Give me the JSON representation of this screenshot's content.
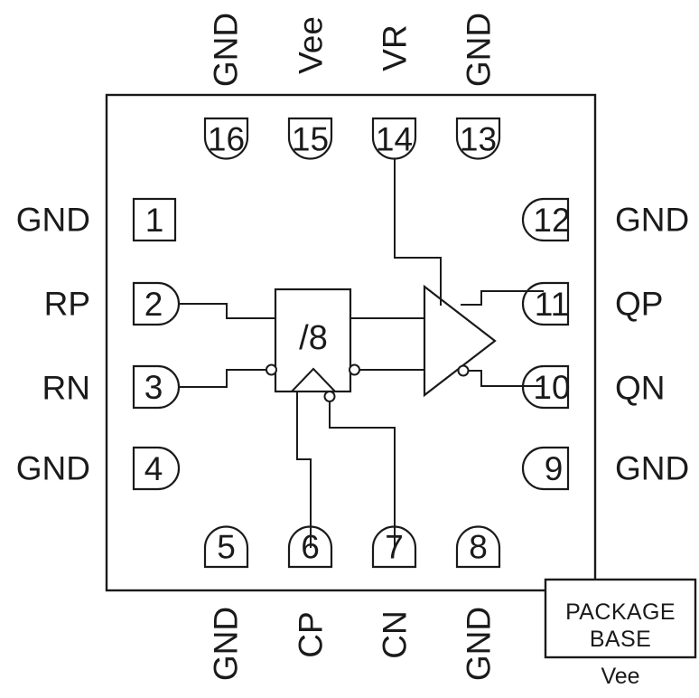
{
  "diagram": {
    "title": "Pin configuration diagram",
    "colors": {
      "stroke": "#1a1a1a",
      "fill": "#ffffff"
    },
    "core_block": {
      "label": "/8",
      "name": "divide-by-8-block"
    },
    "buffer_block": {
      "name": "output-buffer-amplifier"
    },
    "package_base": {
      "line1": "PACKAGE",
      "line2": "BASE",
      "net": "Vee"
    },
    "pins": {
      "top": [
        {
          "number": "16",
          "signal": "GND"
        },
        {
          "number": "15",
          "signal": "Vee"
        },
        {
          "number": "14",
          "signal": "VR"
        },
        {
          "number": "13",
          "signal": "GND"
        }
      ],
      "left": [
        {
          "number": "1",
          "signal": "GND"
        },
        {
          "number": "2",
          "signal": "RP"
        },
        {
          "number": "3",
          "signal": "RN"
        },
        {
          "number": "4",
          "signal": "GND"
        }
      ],
      "bottom": [
        {
          "number": "5",
          "signal": "GND"
        },
        {
          "number": "6",
          "signal": "CP"
        },
        {
          "number": "7",
          "signal": "CN"
        },
        {
          "number": "8",
          "signal": "GND"
        }
      ],
      "right": [
        {
          "number": "12",
          "signal": "GND"
        },
        {
          "number": "11",
          "signal": "QP"
        },
        {
          "number": "10",
          "signal": "QN"
        },
        {
          "number": "9",
          "signal": "GND"
        }
      ]
    }
  }
}
